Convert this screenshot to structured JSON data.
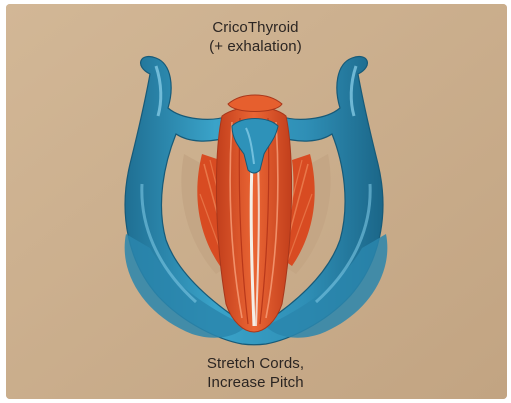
{
  "illustration": {
    "top_label_line1": "CricoThyroid",
    "top_label_line2": "(+ exhalation)",
    "bottom_label_line1": "Stretch Cords,",
    "bottom_label_line2": "Increase Pitch"
  },
  "colors": {
    "background": "#c9ad8c",
    "cartilage": "#2f93b9",
    "muscle": "#e2552a",
    "text": "#2b2522"
  }
}
